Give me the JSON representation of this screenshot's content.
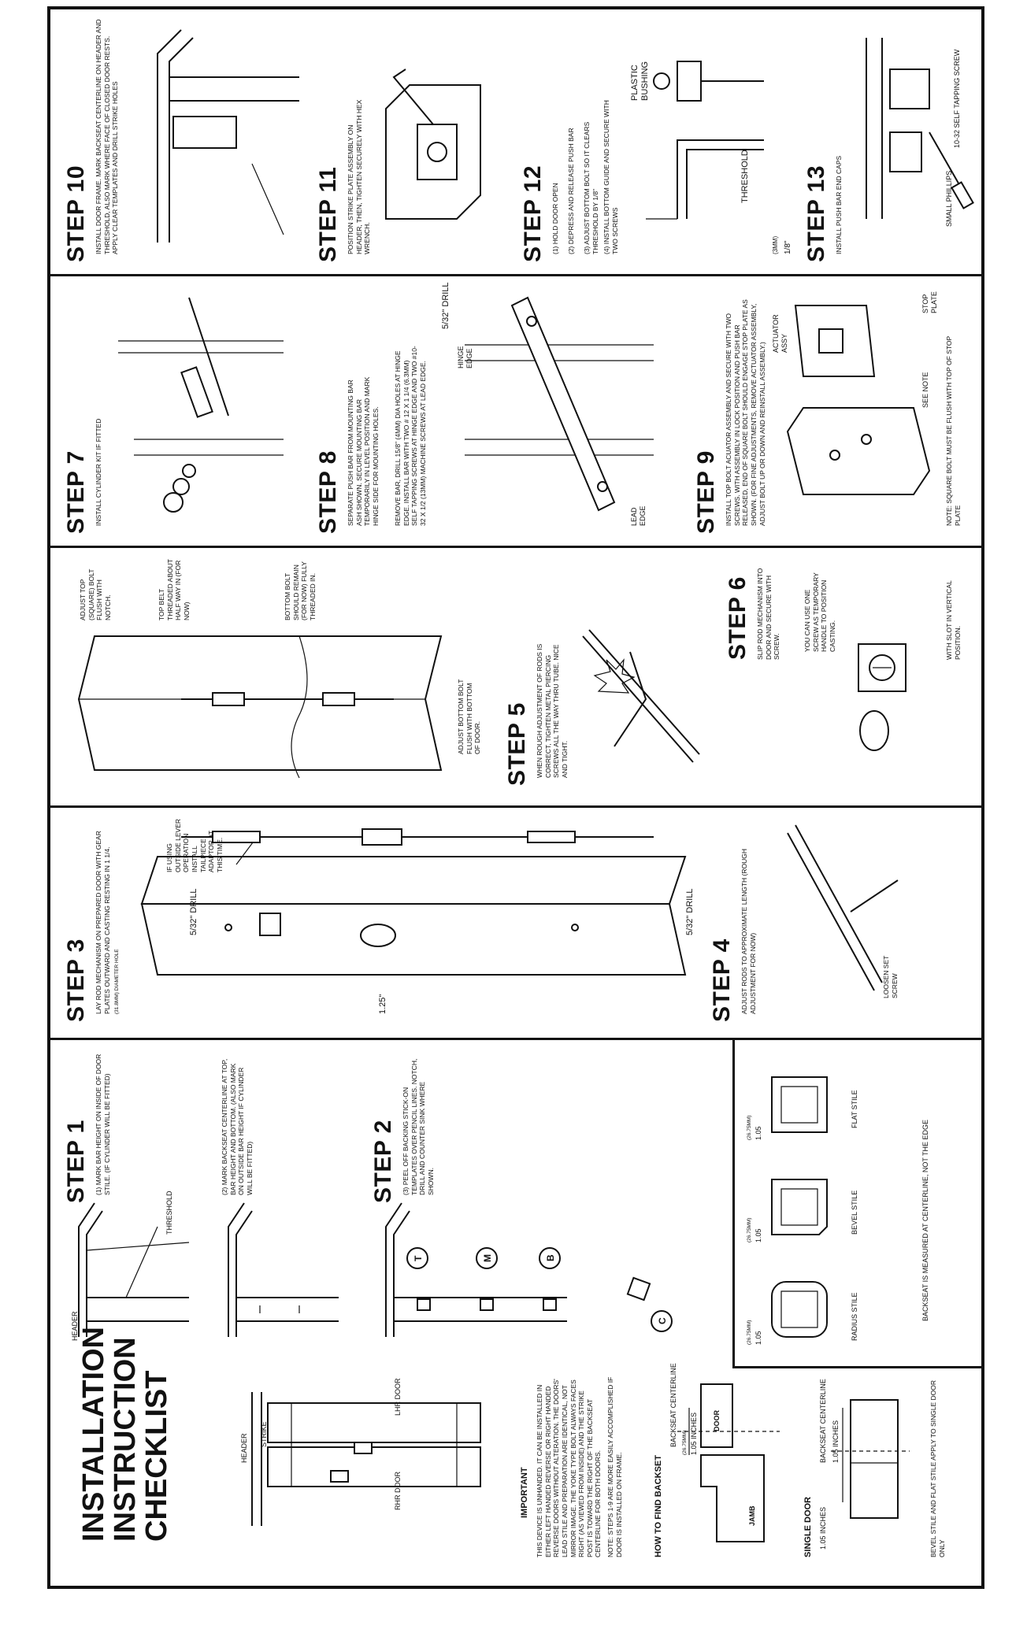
{
  "title": [
    "INSTALLATION",
    "INSTRUCTION",
    "CHECKLIST"
  ],
  "intro": {
    "labels": {
      "header": "HEADER",
      "strike": "STRIKE",
      "rhr": "RHR DOOR",
      "lhr": "LHR DOOR"
    },
    "important_title": "IMPORTANT",
    "important_text": "THIS DEVICE IS UNHANDED. IT CAN BE INSTALLED IN EITHER LEFT HANDED REVERSE OR RIGHT HANDED REVERSE DOORS WITHOUT ALTERATION. THE DOORS' LEAD STILE AND PREPARATION ARE IDENTICAL, NOT MIRROR IMAGE. THE YOKE TYPE BOLT ALWAYS FACES RIGHT (AS VIEWED FROM INSIDE) AND THE STRIKE POST IS TOWARD THE RIGHT OF THE BACKSEAT CENTERLINE FOR BOTH DOORS.",
    "note_steps": "NOTE: STEPS 1-9 ARE MORE EASILY ACCOMPLISHED IF DOOR IS INSTALLED ON FRAME.",
    "how_to_title": "HOW TO FIND BACKSET",
    "backseat_centerline": "BACKSEAT CENTERLINE",
    "min_label": "(26.75MM)",
    "inches_105": "1.05 INCHES",
    "door": "DOOR",
    "jamb": "JAMB",
    "single_door": "SINGLE DOOR",
    "bevel_note": "BEVEL STILE AND FLAT STILE APPLY TO SINGLE DOOR ONLY"
  },
  "step1": {
    "title": "STEP 1",
    "text1": "(1) MARK BAR HEIGHT ON INSIDE OF DOOR STILE. (IF CYLINDER WILL BE FITTED)",
    "text2": "(2) MARK BACKSEAT CENTERLINE AT TOP, BAR HEIGHT AND BOTTOM. (ALSO MARK ON OUTSIDE BAR HEIGHT IF CYLINDER WILL BE FITTED)",
    "header": "HEADER",
    "threshold": "THRESHOLD"
  },
  "step2": {
    "title": "STEP 2",
    "text": "(3) PEEL OFF BACKING STICK-ON TEMPLATES OVER PENCIL LINES. NOTCH, DRILL AND COUNTER SINK WHERE SHOWN.",
    "letters": [
      "T",
      "M",
      "B",
      "C"
    ]
  },
  "stiles": {
    "dim_mm": "(26.75MM)",
    "dim": "1.05",
    "radius": "RADIUS STILE",
    "bevel": "BEVEL STILE",
    "flat": "FLAT STILE",
    "backseat_note": "BACKSEAT IS MEASURED AT CENTERLINE, NOT THE EDGE"
  },
  "step3": {
    "title": "STEP 3",
    "text": "LAY ROD MECHANISM ON PREPARED DOOR WITH GEAR PLATES OUTWARD AND CASTING RESTING IN 1 1/4.",
    "small": "(31.8MM) DIAMETER HOLE",
    "drill_top": "5/32\" DRILL",
    "drill_bottom": "5/32\" DRILL",
    "dim_125": "1.25\"",
    "lever_note": "IF USING OUTSIDE LEVER OPERATION INSTALL TAILPIECE ADAPTOR AT THIS TIME."
  },
  "step4": {
    "title": "STEP 4",
    "text": "ADJUST RODS TO APPROXIMATE LENGTH (ROUGH ADJUSTMENT FOR NOW)",
    "loosen": "LOOSEN SET SCREW"
  },
  "step5_top": {
    "adjust_top": "ADJUST TOP (SQUARE) BOLT FLUSH WITH NOTCH.",
    "top_bolt": "TOP BELT THREADED ABOUT HALF WAY IN (FOR NOW)",
    "bottom_bolt": "BOTTOM BOLT SHOULD REMAIN (FOR NOW) FULLY THREADED IN.",
    "adjust_bottom": "ADJUST BOTTOM BOLT FLUSH WITH BOTTOM OF DOOR."
  },
  "step5": {
    "title": "STEP 5",
    "text": "WHEN ROUGH ADJUSTMENT OF RODS IS CORRECT, TIGHTEN METAL PIERCING SCREWS ALL THE WAY THRU TUBE. NICE AND TIGHT."
  },
  "step6": {
    "title": "STEP 6",
    "slip": "SLIP ROD MECHANISM INTO DOOR AND SECURE WITH SCREW.",
    "one_screw": "YOU CAN USE ONE SCREW AS TEMPORARY HANDLE TO POSITION CASTING.",
    "slot": "WITH SLOT IN VERTICAL POSITION."
  },
  "step7": {
    "title": "STEP 7",
    "text": "INSTALL CYLINDER KIT IF FITTED"
  },
  "step8": {
    "title": "STEP 8",
    "text": "SEPARATE PUSH BAR FROM MOUNTING BAR ASH SHOWN. SECURE MOUNTING BAR TEMPORARILY IN LEVEL POSITION AND MARK HINGE SIDE FOR MOUNTING HOLES.",
    "text2": "REMOVE BAR, DRILL 15/8\" (4MM) DIA HOLES AT HINGE EDGE. INSTALL BAR WITH TWO # 12 X 1 1/4 (6.3MM) SELF TAPPING SCREWS AT HINGE EDGE AND TWO #10-32 X 1/2 (13MM) MACHINE SCREWS AT LEAD EDGE.",
    "hinge_edge": "HINGE EDGE",
    "lead_edge": "LEAD EDGE",
    "drill": "5/32\" DRILL"
  },
  "step9": {
    "title": "STEP 9",
    "text": "INSTALL TOP BOLT ACUATOR ASSEMBLY AND SECURE WITH TWO SCREWS. WITH ASSEMBLY IN LOCK POSITION AND PUSH BAR RELEASED, END OF SQUARE BOLT SHOULD ENGAGE STOP PLATE AS SHOWN. (FOR FINE ADJUSTMENTS, REMOVE ACTUATOR ASSEMBLY, ADJUST BOLT UP OR DOWN AND REINSTALL ASSEMBLY.)",
    "actuator": "ACTUATOR ASSY",
    "stop_plate": "STOP PLATE",
    "see_note": "SEE NOTE",
    "note": "NOTE: SQUARE BOLT MUST BE FLUSH WITH TOP OF STOP PLATE"
  },
  "step10": {
    "title": "STEP 10",
    "text": "INSTALL DOOR FRAME. MARK BACKSEAT CENTERLINE ON HEADER AND THRESHOLD, ALSO MARK WHERE FACE OF CLOSED DOOR RESTS. APPLY CLEAR TEMPLATES AND DRILL STRIKE HOLES"
  },
  "step11": {
    "title": "STEP 11",
    "text": "POSITION STRIKE PLATE ASSEMBLY ON HEADER, THEN, TIGHTEN SECURELY WITH HEX WRENCH."
  },
  "step12": {
    "title": "STEP 12",
    "items": [
      "(1) HOLD DOOR OPEN",
      "(2) DEPRESS AND RELEASE PUSH BAR",
      "(3) ADJUST BOTTOM BOLT SO IT CLEARS THRESHOLD BY 1/8\"",
      "(4) INSTALL BOTTOM GUIDE AND SECURE WITH TWO SCREWS"
    ],
    "plastic_bushing": "PLASTIC BUSHING",
    "threshold": "THRESHOLD",
    "mm": "(3MM)",
    "eighth": "1/8\""
  },
  "step13": {
    "title": "STEP 13",
    "text": "INSTALL PUSH BAR END CAPS",
    "phillips": "SMALL PHILLIPS",
    "screw": "10-32 SELF TAPPING SCREW"
  }
}
